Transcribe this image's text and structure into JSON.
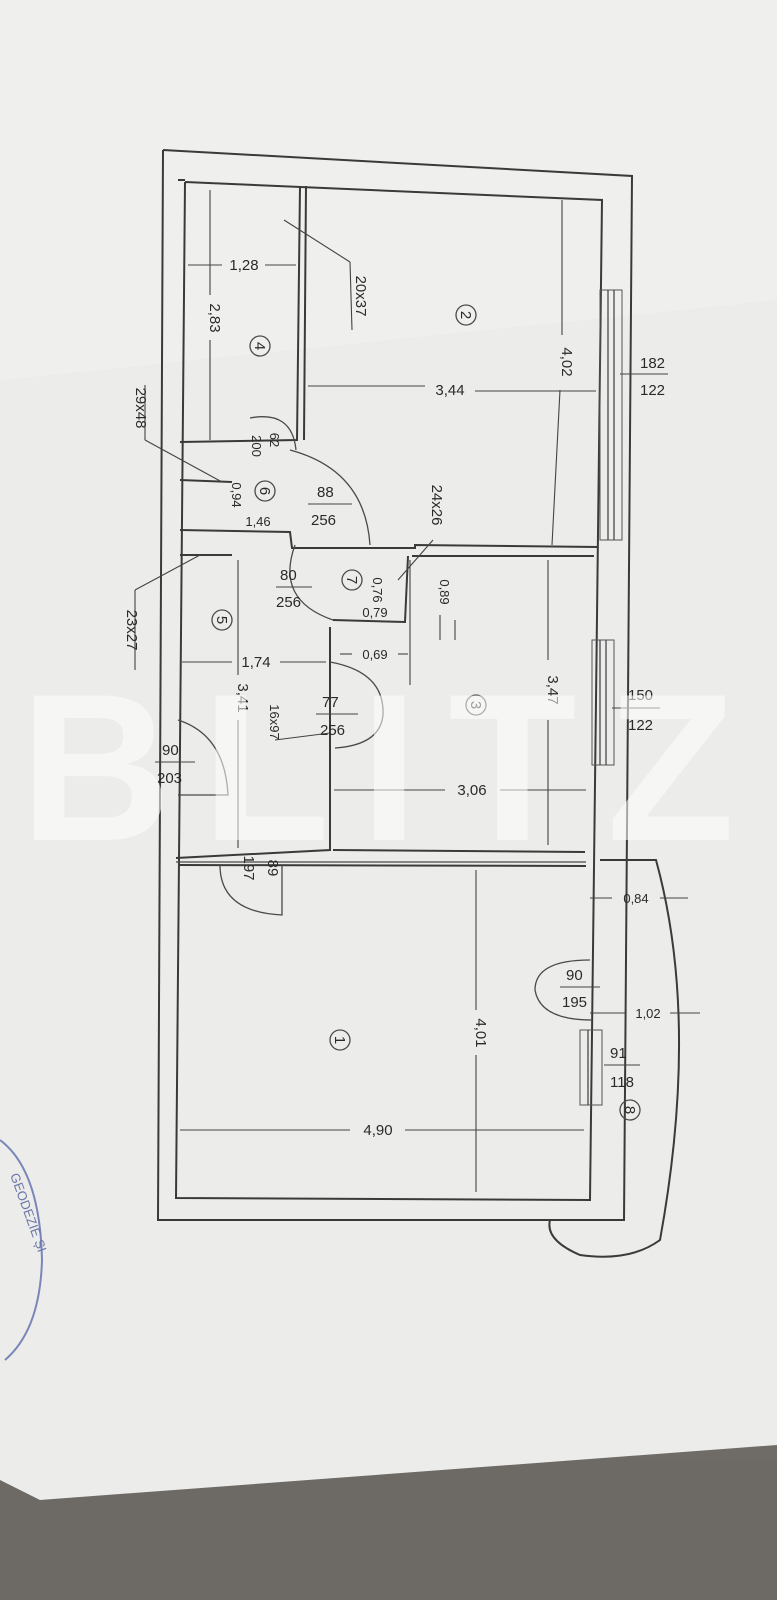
{
  "watermark": "BLITZ",
  "stamp_text": "GEODEZIE ȘI",
  "rooms": [
    {
      "id": "1",
      "label": "1"
    },
    {
      "id": "2",
      "label": "2"
    },
    {
      "id": "3",
      "label": "3"
    },
    {
      "id": "4",
      "label": "4"
    },
    {
      "id": "5",
      "label": "5"
    },
    {
      "id": "6",
      "label": "6"
    },
    {
      "id": "7",
      "label": "7"
    },
    {
      "id": "8",
      "label": "8"
    }
  ],
  "dimensions": {
    "room1_width": "4,90",
    "room1_length": "4,01",
    "room2_width": "3,44",
    "room2_length": "4,02",
    "room3_width": "3,06",
    "room3_length": "3,47",
    "room4_width": "1,28",
    "room4_length": "2,83",
    "room5_width": "1,74",
    "room5_length": "3,41",
    "room6_width": "0,94",
    "room6_length": "1,46",
    "room7_width": "0,79",
    "room7_length": "0,76",
    "room7_side": "0,69",
    "room7_side2": "0,89",
    "balcony_width": "1,02",
    "balcony_depth": "0,84"
  },
  "openings": {
    "window_room2": {
      "w": "182",
      "h": "122"
    },
    "window_room3": {
      "w": "150",
      "h": "122"
    },
    "window_room1": {
      "w": "91",
      "h": "118"
    },
    "door_entry": {
      "w": "90",
      "h": "203"
    },
    "door_balcony": {
      "w": "90",
      "h": "195"
    },
    "door_room6": {
      "w": "88",
      "h": "256"
    },
    "door_room7": {
      "w": "80",
      "h": "256"
    },
    "door_room3": {
      "w": "77",
      "h": "256"
    },
    "door_room1": {
      "w": "89",
      "h": "197"
    },
    "door_room4": {
      "w": "62",
      "h": "200"
    }
  },
  "columns": {
    "c1": "20x37",
    "c2": "29x48",
    "c3": "23x27",
    "c4": "24x26",
    "c5": "16x97"
  }
}
